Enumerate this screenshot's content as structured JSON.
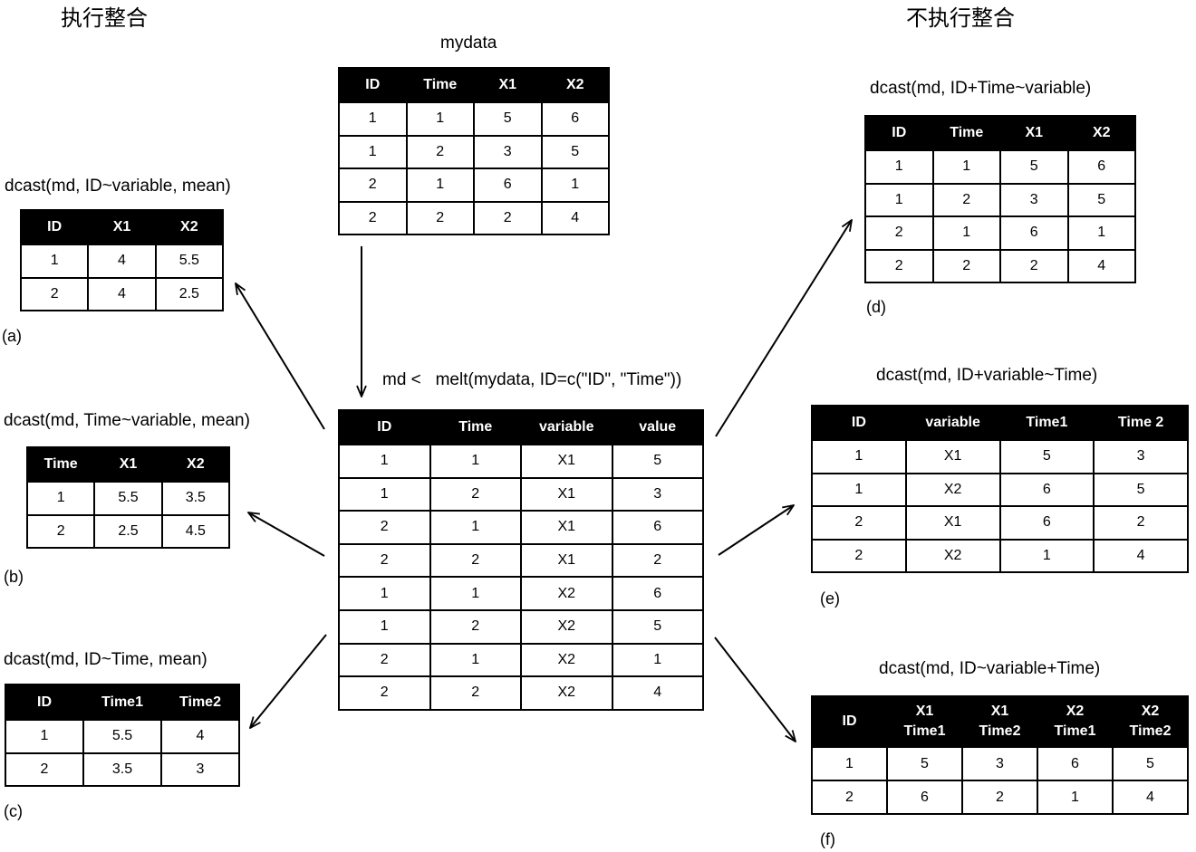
{
  "headings": {
    "left": "执行整合",
    "right": "不执行整合"
  },
  "mydata": {
    "title": "mydata",
    "columns": [
      "ID",
      "Time",
      "X1",
      "X2"
    ],
    "rows": [
      [
        "1",
        "1",
        "5",
        "6"
      ],
      [
        "1",
        "2",
        "3",
        "5"
      ],
      [
        "2",
        "1",
        "6",
        "1"
      ],
      [
        "2",
        "2",
        "2",
        "4"
      ]
    ]
  },
  "melt": {
    "command": "md <   melt(mydata, ID=c(\"ID\", \"Time\"))",
    "columns": [
      "ID",
      "Time",
      "variable",
      "value"
    ],
    "rows": [
      [
        "1",
        "1",
        "X1",
        "5"
      ],
      [
        "1",
        "2",
        "X1",
        "3"
      ],
      [
        "2",
        "1",
        "X1",
        "6"
      ],
      [
        "2",
        "2",
        "X1",
        "2"
      ],
      [
        "1",
        "1",
        "X2",
        "6"
      ],
      [
        "1",
        "2",
        "X2",
        "5"
      ],
      [
        "2",
        "1",
        "X2",
        "1"
      ],
      [
        "2",
        "2",
        "X2",
        "4"
      ]
    ]
  },
  "table_a": {
    "command": "dcast(md, ID~variable, mean)",
    "label": "(a)",
    "columns": [
      "ID",
      "X1",
      "X2"
    ],
    "rows": [
      [
        "1",
        "4",
        "5.5"
      ],
      [
        "2",
        "4",
        "2.5"
      ]
    ]
  },
  "table_b": {
    "command": "dcast(md, Time~variable, mean)",
    "label": "(b)",
    "columns": [
      "Time",
      "X1",
      "X2"
    ],
    "rows": [
      [
        "1",
        "5.5",
        "3.5"
      ],
      [
        "2",
        "2.5",
        "4.5"
      ]
    ]
  },
  "table_c": {
    "command": "dcast(md, ID~Time, mean)",
    "label": "(c)",
    "columns": [
      "ID",
      "Time1",
      "Time2"
    ],
    "rows": [
      [
        "1",
        "5.5",
        "4"
      ],
      [
        "2",
        "3.5",
        "3"
      ]
    ]
  },
  "table_d": {
    "command": "dcast(md, ID+Time~variable)",
    "label": "(d)",
    "columns": [
      "ID",
      "Time",
      "X1",
      "X2"
    ],
    "rows": [
      [
        "1",
        "1",
        "5",
        "6"
      ],
      [
        "1",
        "2",
        "3",
        "5"
      ],
      [
        "2",
        "1",
        "6",
        "1"
      ],
      [
        "2",
        "2",
        "2",
        "4"
      ]
    ]
  },
  "table_e": {
    "command": "dcast(md, ID+variable~Time)",
    "label": "(e)",
    "columns": [
      "ID",
      "variable",
      "Time1",
      "Time 2"
    ],
    "rows": [
      [
        "1",
        "X1",
        "5",
        "3"
      ],
      [
        "1",
        "X2",
        "6",
        "5"
      ],
      [
        "2",
        "X1",
        "6",
        "2"
      ],
      [
        "2",
        "X2",
        "1",
        "4"
      ]
    ]
  },
  "table_f": {
    "command": "dcast(md, ID~variable+Time)",
    "label": "(f)",
    "columns": [
      "ID",
      "X1\nTime1",
      "X1\nTime2",
      "X2\nTime1",
      "X2\nTime2"
    ],
    "rows": [
      [
        "1",
        "5",
        "3",
        "6",
        "5"
      ],
      [
        "2",
        "6",
        "2",
        "1",
        "4"
      ]
    ]
  }
}
